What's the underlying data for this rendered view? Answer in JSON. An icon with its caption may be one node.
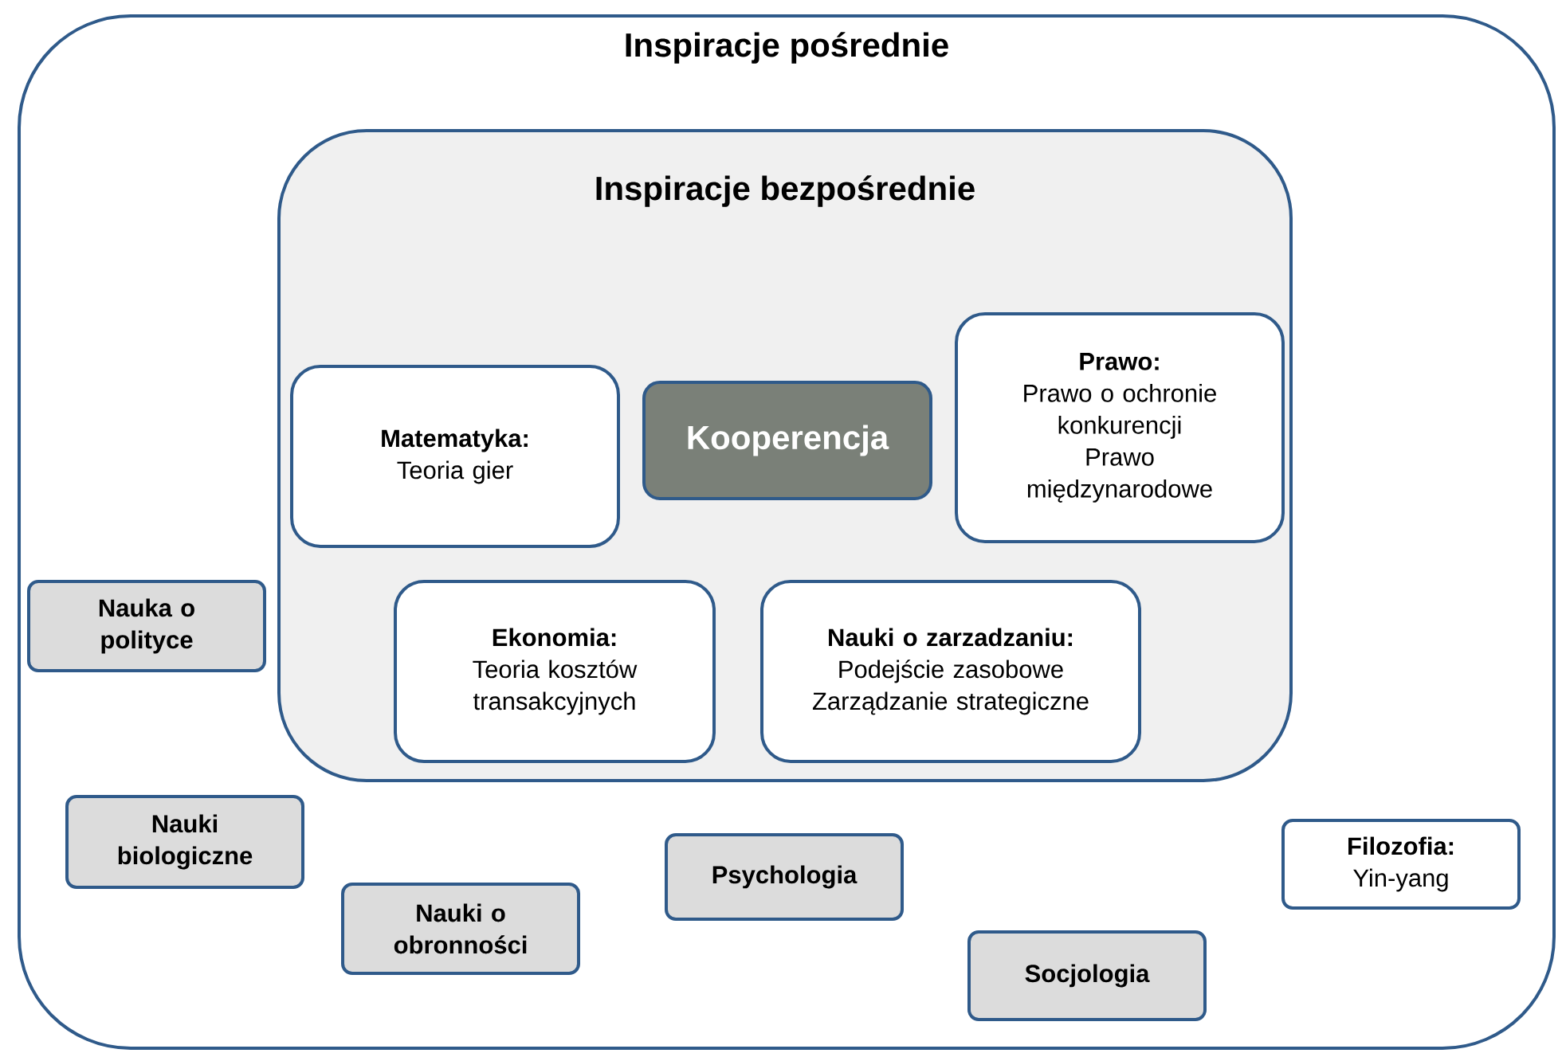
{
  "diagram": {
    "nodes": [
      {
        "text": [
          "Inspiracje pośrednie"
        ]
      },
      {
        "text": [
          "Inspiracje bezpośrednie"
        ],
        "in": 0
      },
      {
        "text": [
          "Matematyka:",
          "Teoria gier"
        ],
        "in": 1
      },
      {
        "text": [
          "Kooperencja"
        ],
        "in": 1
      },
      {
        "text": [
          "Prawo:",
          "Prawo o ochronie konkurencji",
          "Prawo międzynarodowe"
        ],
        "in": 1
      },
      {
        "text": [
          "Ekonomia:",
          "Teoria kosztów transakcyjnych"
        ],
        "in": 1
      },
      {
        "text": [
          "Nauki o zarzadzaniu:",
          "Podejście zasobowe",
          "Zarządzanie strategiczne"
        ],
        "in": 1
      },
      {
        "text": [
          "Nauka o polityce"
        ],
        "in": 0
      },
      {
        "text": [
          "Nauki biologiczne"
        ],
        "in": 0
      },
      {
        "text": [
          "Filozofia:",
          "Yin-yang"
        ],
        "in": 0
      },
      {
        "text": [
          "Psychologia"
        ],
        "in": 0
      },
      {
        "text": [
          "Nauki o obronności"
        ],
        "in": 0
      },
      {
        "text": [
          "Socjologia"
        ],
        "in": 0
      }
    ]
  }
}
